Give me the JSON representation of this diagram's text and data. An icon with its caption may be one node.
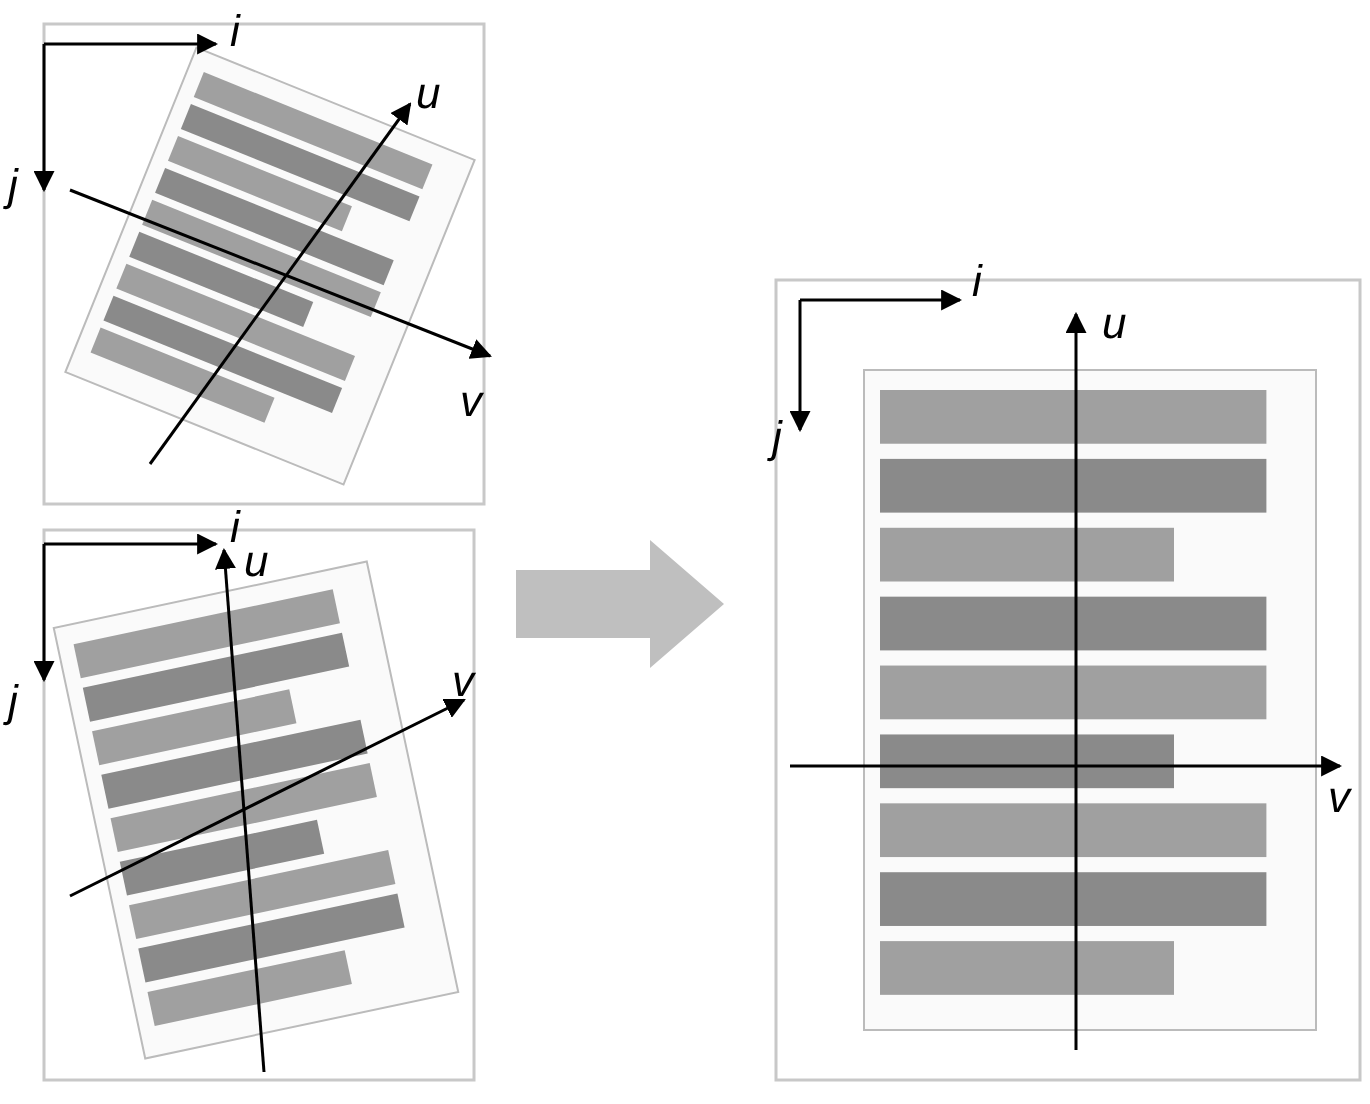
{
  "diagram": {
    "nodes": [
      {
        "text": [],
        "shape": "picture"
      },
      {
        "text": [],
        "shape": "picture"
      },
      {
        "text": [],
        "shape": "picture"
      }
    ],
    "edges": [
      {
        "from": null,
        "to": 2,
        "arrow": "to"
      }
    ],
    "labels": [
      "i",
      "j",
      "u",
      "v",
      "i",
      "u",
      "j",
      "v",
      "i",
      "u",
      "j",
      "v"
    ]
  }
}
